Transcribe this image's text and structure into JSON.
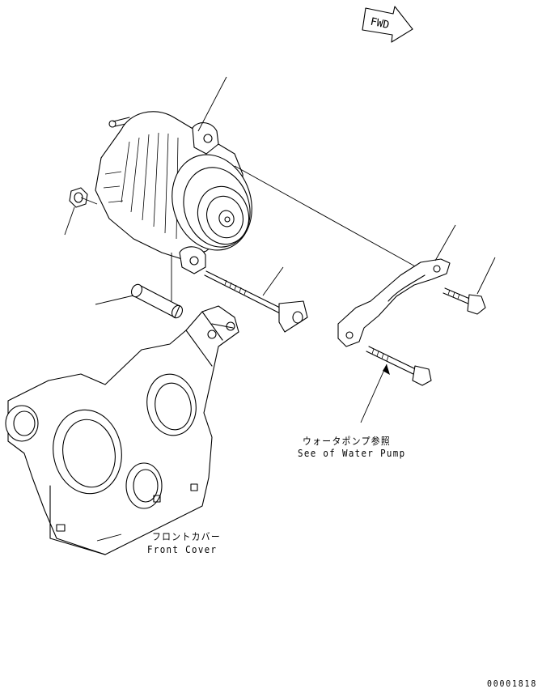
{
  "fwd_label": "FWD",
  "labels": {
    "water_pump_jp": "ウォータポンプ参照",
    "water_pump_en": "See of Water Pump",
    "front_cover_jp": "フロントカバー",
    "front_cover_en": "Front Cover"
  },
  "drawing_number": "00001818"
}
